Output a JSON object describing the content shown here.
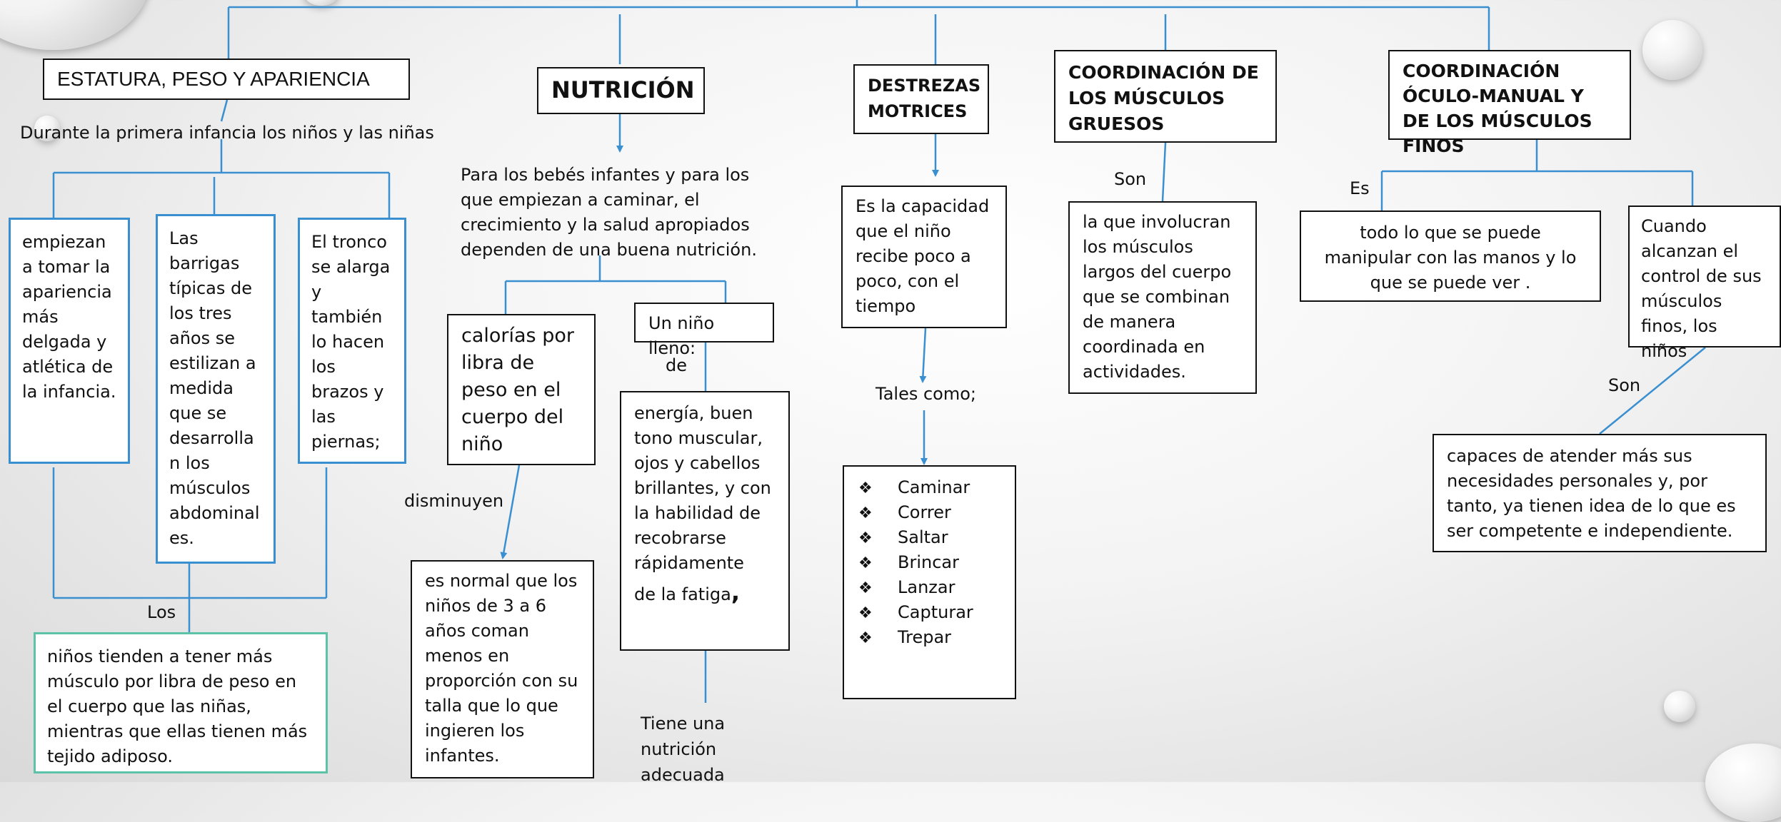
{
  "nodes": {
    "estatura_title": "ESTATURA, PESO Y APARIENCIA",
    "estatura_intro": "Durante la primera infancia los niños y las niñas",
    "box_empiezan": "empiezan a tomar la apariencia más delgada y atlética de la infancia.",
    "box_barrigas": "Las barrigas típicas de los tres años se estilizan a medida que se desarrolla n los músculos abdominal es.",
    "box_tronco": "El tronco se alarga y también lo hacen los brazos y las piernas;",
    "label_los": "Los",
    "box_ninos": "niños tienden a tener más músculo por libra de peso en el cuerpo que las niñas, mientras que ellas tienen más tejido adiposo.",
    "nutricion_title": "NUTRICIÓN",
    "nutricion_intro": "Para los bebés infantes y para los que empiezan a caminar, el crecimiento y la salud apropiados dependen de una buena nutrición.",
    "box_calorias": "calorías por libra de peso en el cuerpo del niño",
    "label_disminuyen": "disminuyen",
    "box_normal": "es normal que los niños de 3 a 6 años coman menos en proporción con su talla que lo que ingieren los infantes.",
    "box_lleno": "Un niño lleno:",
    "label_de": "de",
    "box_energia": "energía, buen tono muscular, ojos y cabellos brillantes, y con la habilidad de recobrarse rápidamente",
    "box_energia_tail": "de la fatiga",
    "box_energia_comma": ",",
    "label_tiene": "Tiene una nutrición adecuada",
    "destrezas_title": "DESTREZAS MOTRICES",
    "box_capacidad": "Es la capacidad que el niño recibe poco a poco, con el tiempo",
    "label_tales": "Tales como;",
    "bullet_symbol": "❖",
    "movements": [
      "Caminar",
      "Correr",
      "Saltar",
      "Brincar",
      "Lanzar",
      "Capturar",
      "Trepar"
    ],
    "gruesos_title": "COORDINACIÓN DE LOS MÚSCULOS GRUESOS",
    "label_son1": "Son",
    "box_involucran": "la que involucran los músculos largos del cuerpo que se combinan de manera coordinada en actividades.",
    "finos_title": "COORDINACIÓN ÓCULO-MANUAL Y DE LOS MÚSCULOS FINOS",
    "label_es": "Es",
    "box_manipular": "todo lo que se puede manipular con las manos y lo que se puede ver .",
    "box_cuando": "Cuando alcanzan el control de sus músculos finos, los niños",
    "label_son2": "Son",
    "box_capaces": "capaces de atender más sus necesidades personales y, por tanto, ya tienen idea de lo que es ser competente e independiente."
  },
  "colors": {
    "connector": "#3a8fd0",
    "box_border": "#111111",
    "accent_green": "#5cc3a9"
  }
}
